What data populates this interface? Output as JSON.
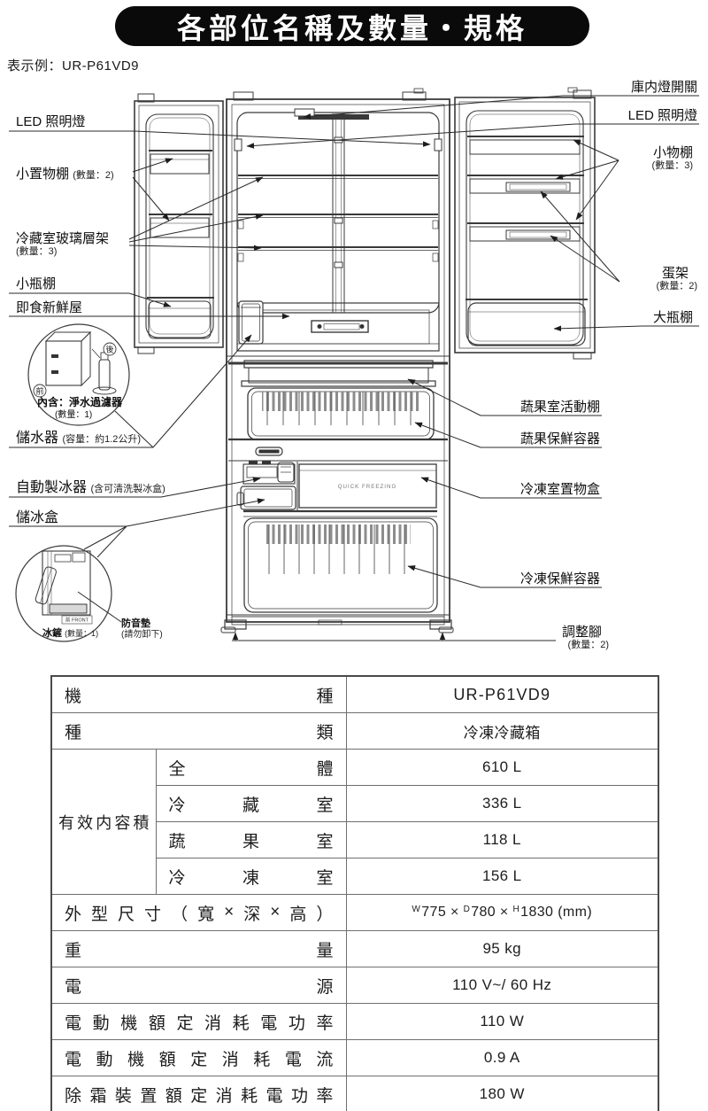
{
  "page": {
    "title": "各部位名稱及數量・規格",
    "example": "表示例：UR-P61VD9"
  },
  "callouts": {
    "led_left": {
      "text": "LED 照明燈"
    },
    "small_shelf_left": {
      "text": "小置物棚",
      "note": "(數量：2)"
    },
    "glass_shelf": {
      "text": "冷藏室玻璃層架",
      "note": "(數量：3)"
    },
    "small_bottle": {
      "text": "小瓶棚"
    },
    "fresh_room": {
      "text": "即食新鮮屋"
    },
    "filter_caption": {
      "text": "內含：淨水過濾器",
      "note": "(數量：1)"
    },
    "water_tank": {
      "text": "儲水器",
      "note": "(容量：約1.2公升)"
    },
    "ice_maker": {
      "text": "自動製冰器",
      "note": "(含可清洗製冰盒)"
    },
    "ice_box": {
      "text": "儲冰盒"
    },
    "ice_scoop": {
      "text": "冰鏟",
      "note": "(數量：1)"
    },
    "soundproof": {
      "text": "防音墊",
      "note": "(請勿卸下)"
    },
    "light_switch": {
      "text": "庫内燈開關"
    },
    "led_right": {
      "text": "LED 照明燈"
    },
    "small_shelf_right": {
      "text": "小物棚",
      "note": "(數量：3)"
    },
    "egg_rack": {
      "text": "蛋架",
      "note": "(數量：2)"
    },
    "big_bottle": {
      "text": "大瓶棚"
    },
    "veg_shelf": {
      "text": "蔬果室活動棚"
    },
    "veg_container": {
      "text": "蔬果保鮮容器"
    },
    "freezer_box": {
      "text": "冷凍室置物盒"
    },
    "freezer_container": {
      "text": "冷凍保鮮容器"
    },
    "feet": {
      "text": "調整腳",
      "note": "(數量：2)"
    }
  },
  "diagram": {
    "quick_freezing": "QUICK FREEZING",
    "front_label": "前 FRONT",
    "filter_front": "前",
    "filter_rear": "後"
  },
  "spec": {
    "model": {
      "label": "機種",
      "value": "UR-P61VD9"
    },
    "category": {
      "label": "種類",
      "value": "冷凍冷藏箱"
    },
    "capacity": {
      "title": "有效内容積",
      "total": {
        "label": "全體",
        "value": "610 L"
      },
      "fridge": {
        "label": "冷藏室",
        "value": "336 L"
      },
      "veg": {
        "label": "蔬果室",
        "value": "118 L"
      },
      "freezer": {
        "label": "冷凍室",
        "value": "156 L"
      }
    },
    "dimensions": {
      "label": "外型尺寸（寬×深×高）",
      "w_mark": "W",
      "w": "775 × ",
      "d_mark": "D",
      "d": "780 × ",
      "h_mark": "H",
      "h": "1830 (mm)"
    },
    "weight": {
      "label": "重量",
      "value": "95 kg"
    },
    "power": {
      "label": "電源",
      "value": "110 V~/ 60 Hz"
    },
    "motor_power": {
      "label": "電動機額定消耗電功率",
      "value": "110 W"
    },
    "motor_current": {
      "label": "電動機額定消耗電流",
      "value": "0.9 A"
    },
    "defrost_power": {
      "label": "除霜裝置額定消耗電功率",
      "value": "180 W"
    }
  }
}
